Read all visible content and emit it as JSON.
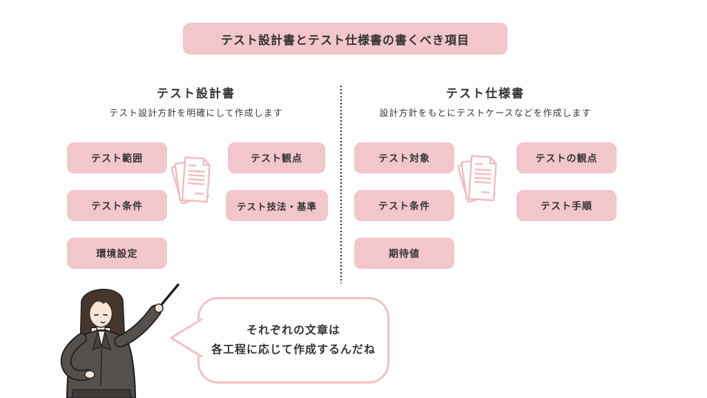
{
  "title": "テスト設計書とテスト仕様書の書くべき項目",
  "left_column": {
    "heading": "テスト設計書",
    "subtitle": "テスト設計方針を明確にして作成します",
    "boxes": [
      "テスト範囲",
      "テスト観点",
      "テスト条件",
      "テスト技法・基準",
      "環境設定"
    ]
  },
  "right_column": {
    "heading": "テスト仕様書",
    "subtitle": "設計方針をもとにテストケースなどを作成します",
    "boxes": [
      "テスト対象",
      "テストの観点",
      "テスト条件",
      "テスト手順",
      "期待値"
    ]
  },
  "speech_bubble": {
    "line1": "それぞれの文章は",
    "line2": "各工程に応じて作成するんだね"
  },
  "icons": {
    "left_documents": "documents-stack-icon",
    "right_documents": "documents-stack-icon",
    "presenter": "businesswoman-pointer-illustration"
  },
  "colors": {
    "box_pink": "#f2c6ca",
    "icon_pink": "#f2bac0",
    "bubble_border_pink": "#f2c0c5",
    "divider": "#1b1b1b",
    "text": "#333333"
  }
}
